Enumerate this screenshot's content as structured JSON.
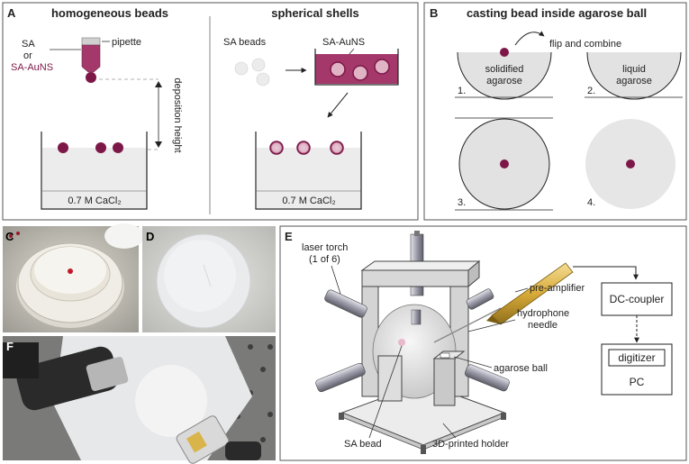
{
  "colors": {
    "bead": "#7d1747",
    "solution": "#a4386b",
    "agarose": "#e6e6e6",
    "frame": "#555555"
  },
  "panel_a": {
    "label": "A",
    "title_left": "homogeneous beads",
    "title_right": "spherical shells",
    "sa": "SA",
    "or": "or",
    "sa_auns": "SA-AuNS",
    "pipette": "pipette",
    "deposition_height": "deposition height",
    "cacl2_left": "0.7 M CaCl₂",
    "cacl2_right": "0.7 M CaCl₂",
    "sa_beads": "SA beads",
    "sa_auns_bath": "SA-AuNS"
  },
  "panel_b": {
    "label": "B",
    "title": "casting bead inside agarose ball",
    "flip": "flip and combine",
    "solidified_1": "solidified",
    "solidified_2": "agarose",
    "liquid_1": "liquid",
    "liquid_2": "agarose",
    "step1": "1.",
    "step2": "2.",
    "step3": "3.",
    "step4": "4."
  },
  "panel_c": {
    "label": "C"
  },
  "panel_d": {
    "label": "D"
  },
  "panel_f": {
    "label": "F"
  },
  "panel_e": {
    "label": "E",
    "laser_1": "laser torch",
    "laser_2": "(1 of 6)",
    "preamp": "pre-amplifier",
    "hydrophone_1": "hydrophone",
    "hydrophone_2": "needle",
    "agarose_ball": "agarose ball",
    "sa_bead": "SA bead",
    "holder": "3D-printed holder",
    "dc_coupler": "DC-coupler",
    "digitizer": "digitizer",
    "pc": "PC"
  }
}
